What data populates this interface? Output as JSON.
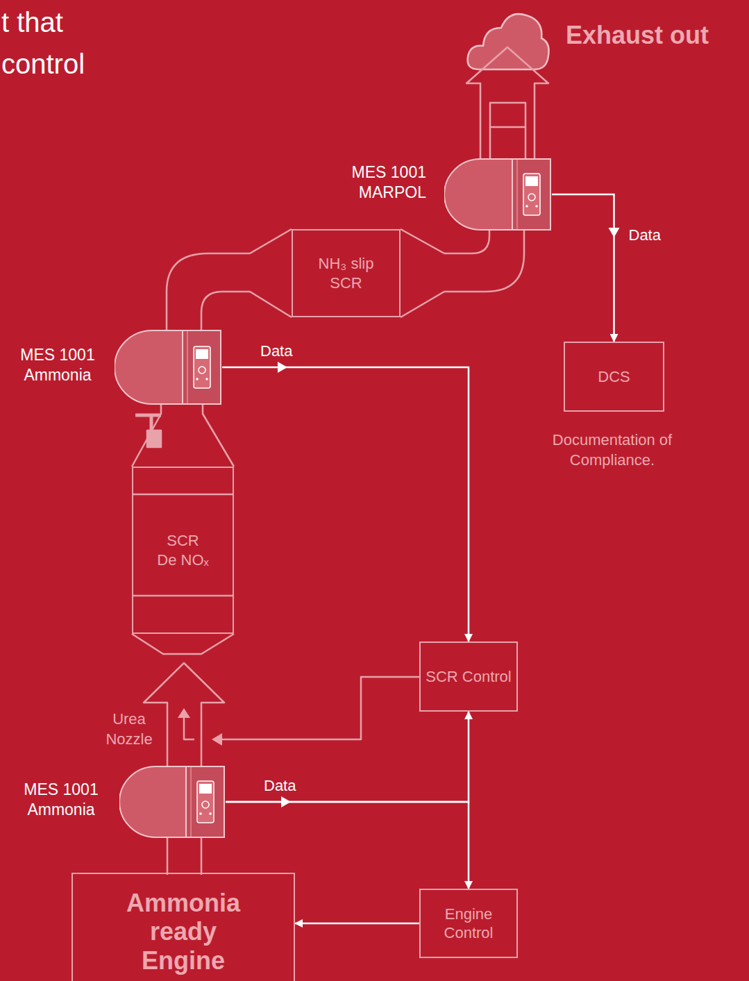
{
  "diagram": {
    "title": "t that control",
    "nodes": [
      {
        "text": [
          "MES 1001 MARPOL"
        ]
      },
      {
        "text": [
          "NH₃ slip SCR"
        ]
      },
      {
        "text": [
          "MES 1001 Ammonia"
        ]
      },
      {
        "text": [
          "DCS"
        ]
      },
      {
        "text": [
          "SCR De NOₓ"
        ]
      },
      {
        "text": [
          "SCR Control"
        ]
      },
      {
        "text": [
          "MES 1001 Ammonia"
        ]
      },
      {
        "text": [
          "Ammonia ready Engine"
        ]
      },
      {
        "text": [
          "Engine Control"
        ]
      }
    ],
    "edges": [
      {
        "from": 0,
        "to": 3,
        "arrow": "to",
        "label": "Data"
      },
      {
        "from": 2,
        "to": 5,
        "arrow": "to",
        "label": "Data"
      },
      {
        "from": 6,
        "to": 5,
        "arrow": "to",
        "label": "Data"
      },
      {
        "from": 6,
        "to": 8,
        "arrow": "to"
      },
      {
        "from": 8,
        "to": 7,
        "arrow": "to"
      }
    ],
    "labels": [
      "Exhaust out",
      "Documentation of Compliance.",
      "Urea Nozzle"
    ]
  }
}
